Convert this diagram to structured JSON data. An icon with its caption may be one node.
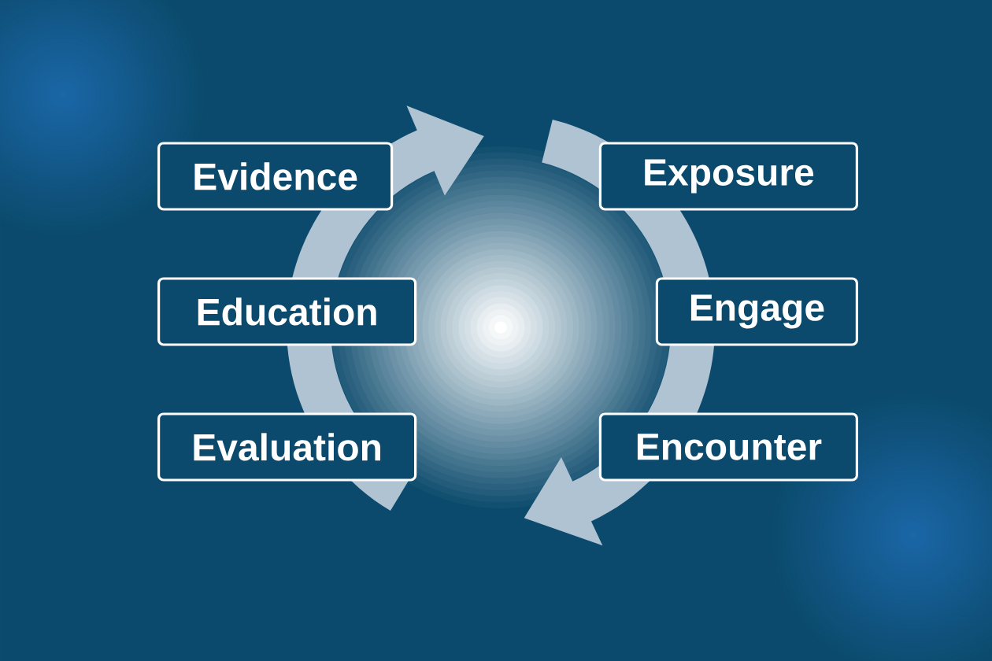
{
  "diagram": {
    "nodes": [
      {
        "text": [
          "Evidence"
        ]
      },
      {
        "text": [
          "Exposure"
        ]
      },
      {
        "text": [
          "Education"
        ]
      },
      {
        "text": [
          "Engage"
        ]
      },
      {
        "text": [
          "Evaluation"
        ]
      },
      {
        "text": [
          "Encounter"
        ]
      }
    ]
  }
}
